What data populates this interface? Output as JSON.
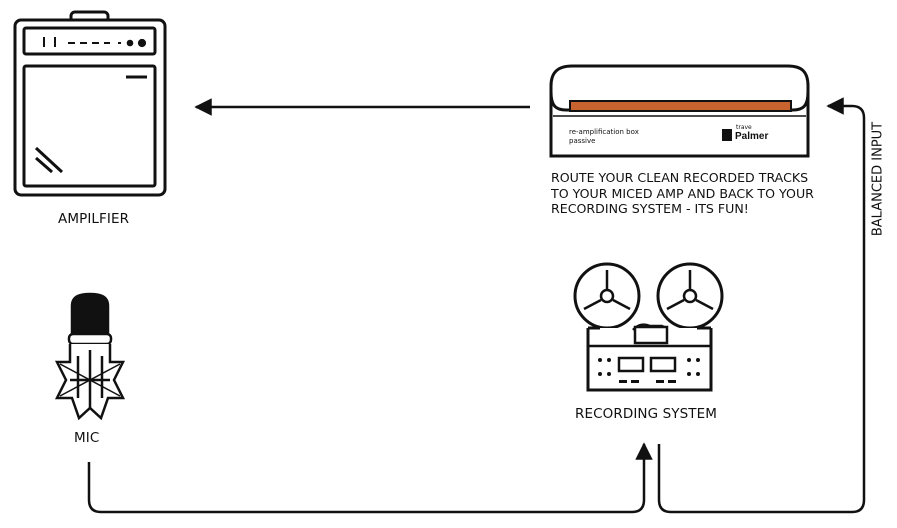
{
  "labels": {
    "amplifier": "AMPILFIER",
    "mic": "MIC",
    "recording_system": "RECORDING SYSTEM",
    "balanced_input": "BALANCED INPUT"
  },
  "reamp_box": {
    "line1": "re-amplification box",
    "line2": "passive",
    "brand_small": "trave",
    "brand": "Palmer"
  },
  "description": [
    "ROUTE YOUR CLEAN RECORDED TRACKS",
    "TO YOUR MICED AMP AND BACK TO YOUR",
    "RECORDING SYSTEM - ITS FUN!"
  ],
  "colors": {
    "stroke": "#111111",
    "accent": "#c8622e",
    "background": "#ffffff"
  },
  "icons": [
    "amplifier-icon",
    "reamp-box-icon",
    "microphone-icon",
    "tape-recorder-icon",
    "arrow-icon"
  ]
}
